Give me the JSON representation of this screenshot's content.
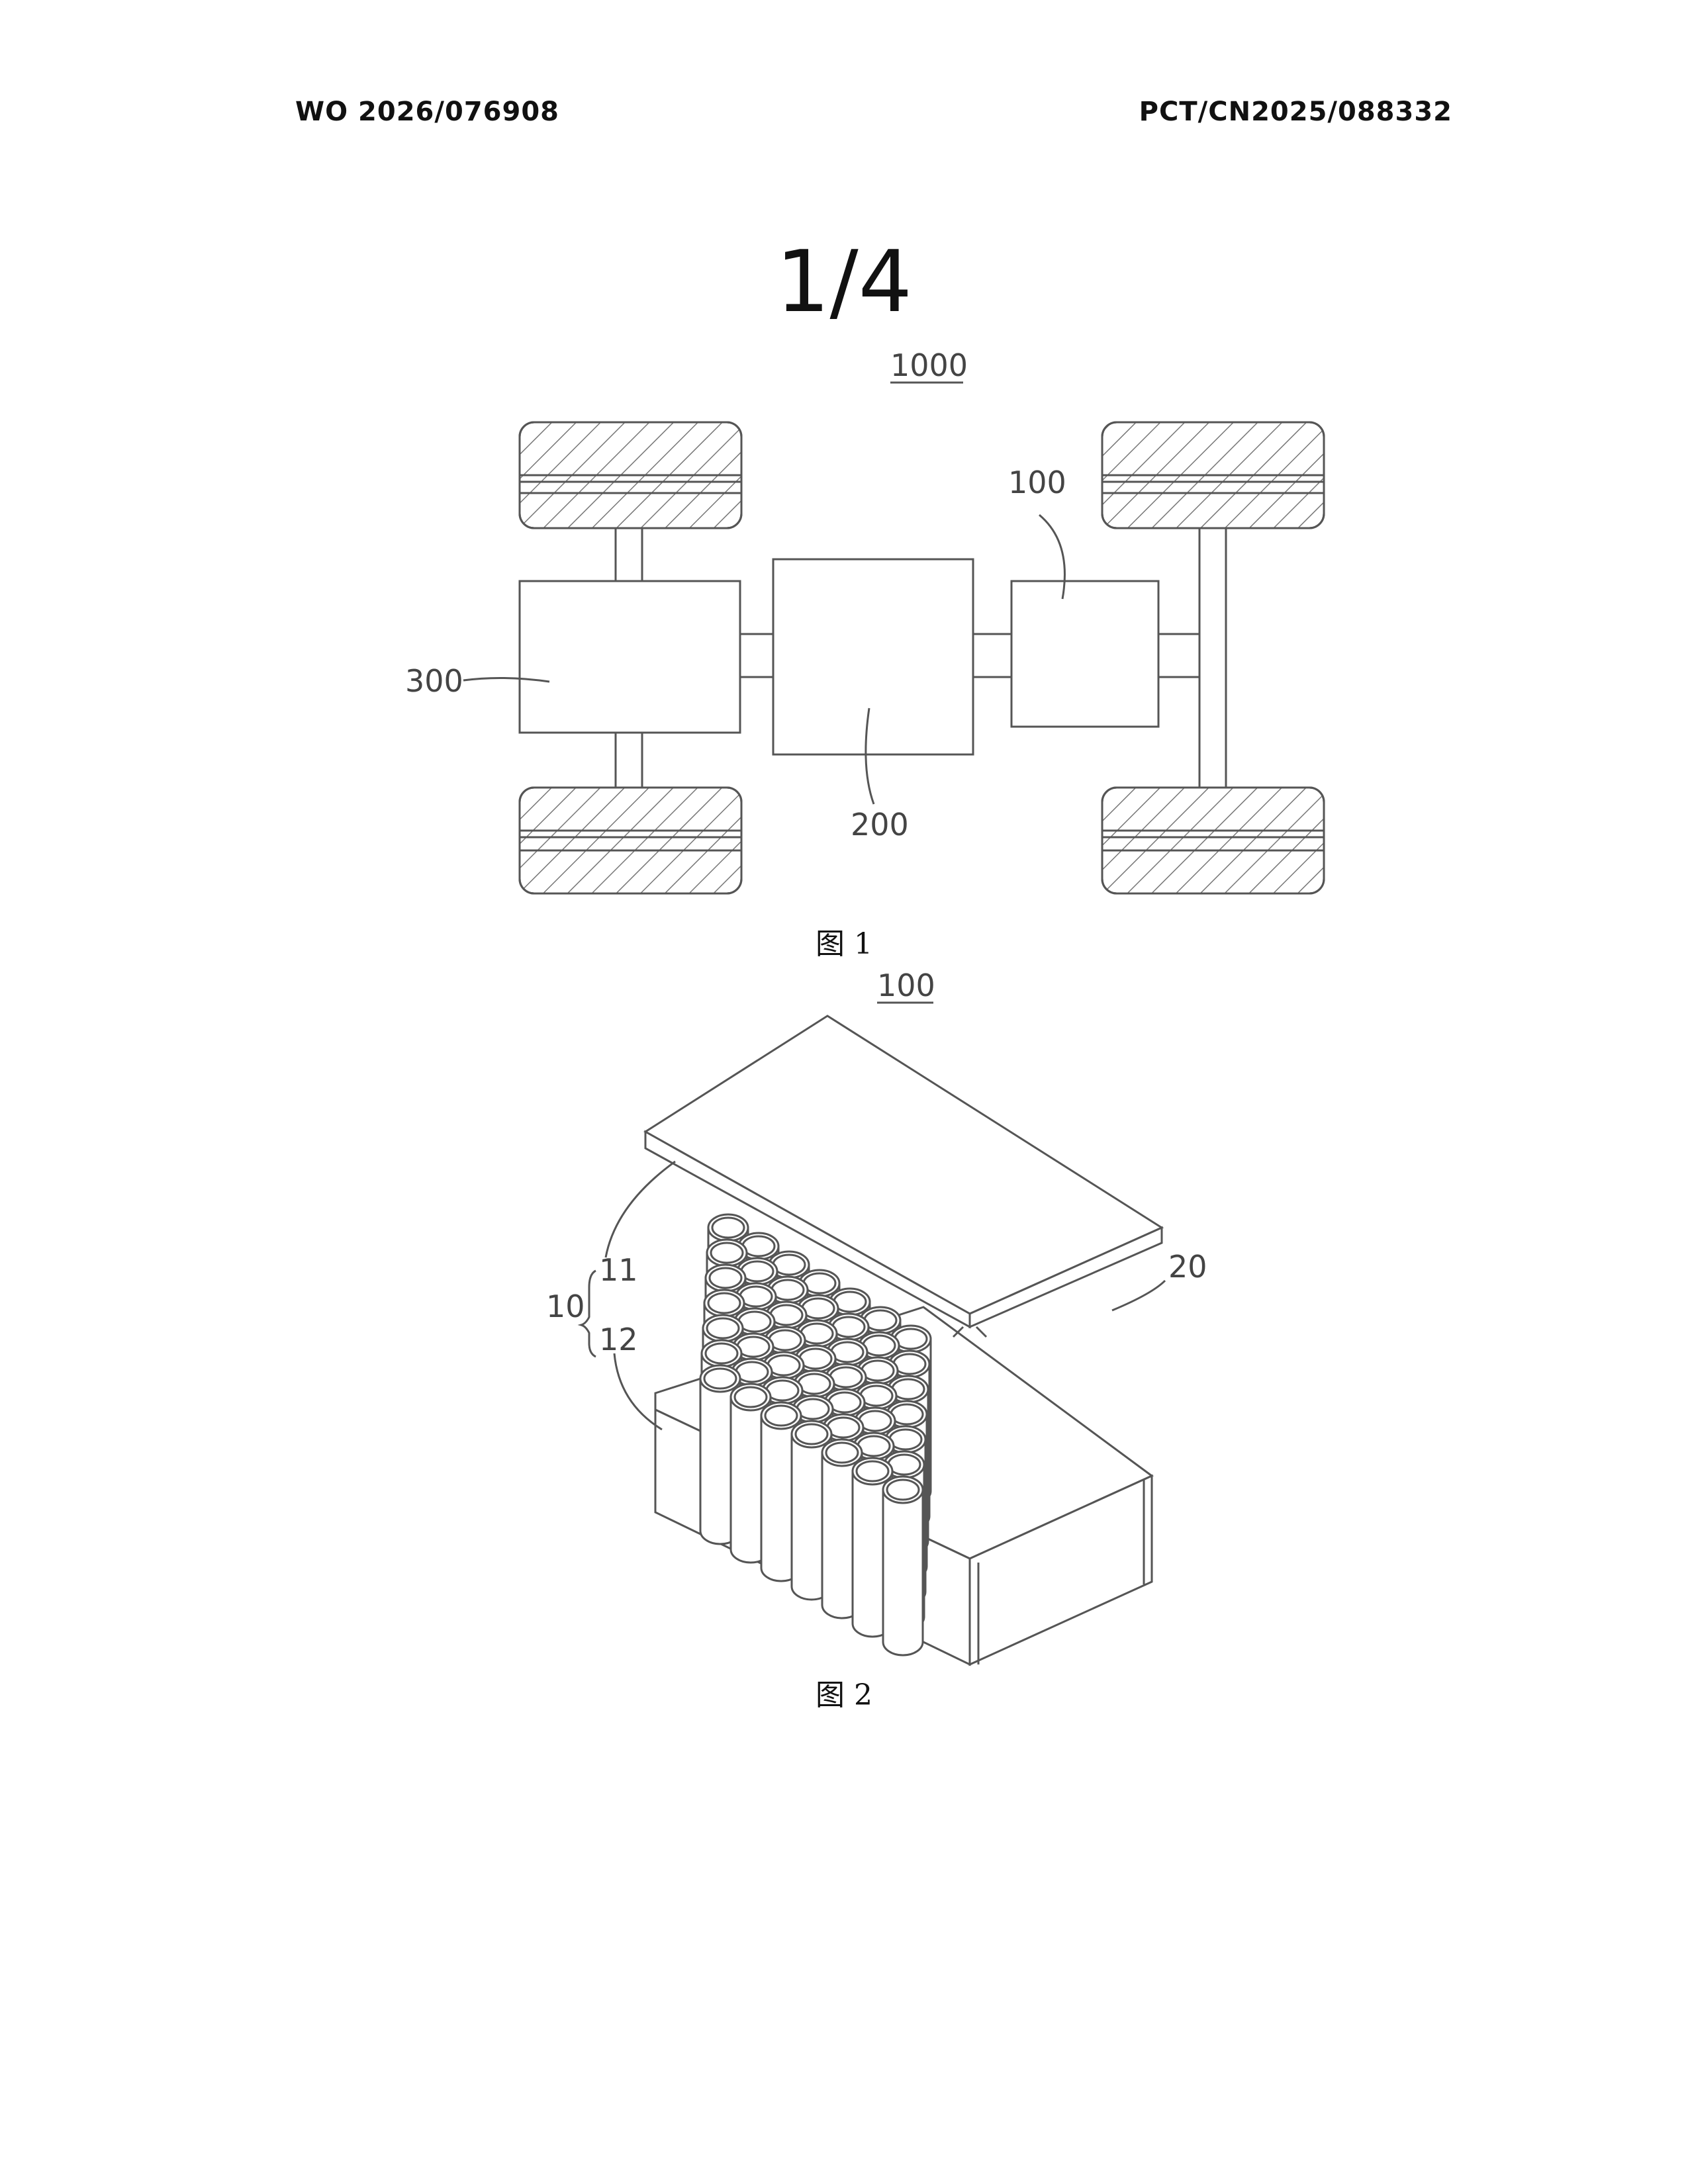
{
  "header": {
    "publication_number": "WO 2026/076908",
    "application_number": "PCT/CN2025/088332"
  },
  "sheet": {
    "number": "1/4"
  },
  "figure1": {
    "caption": "图 1",
    "title_ref": "1000",
    "refs": {
      "battery": "100",
      "controller": "200",
      "motor": "300"
    }
  },
  "figure2": {
    "caption": "图 2",
    "title_ref": "100",
    "refs": {
      "box": "10",
      "cover": "11",
      "base": "12",
      "cells": "20"
    }
  }
}
